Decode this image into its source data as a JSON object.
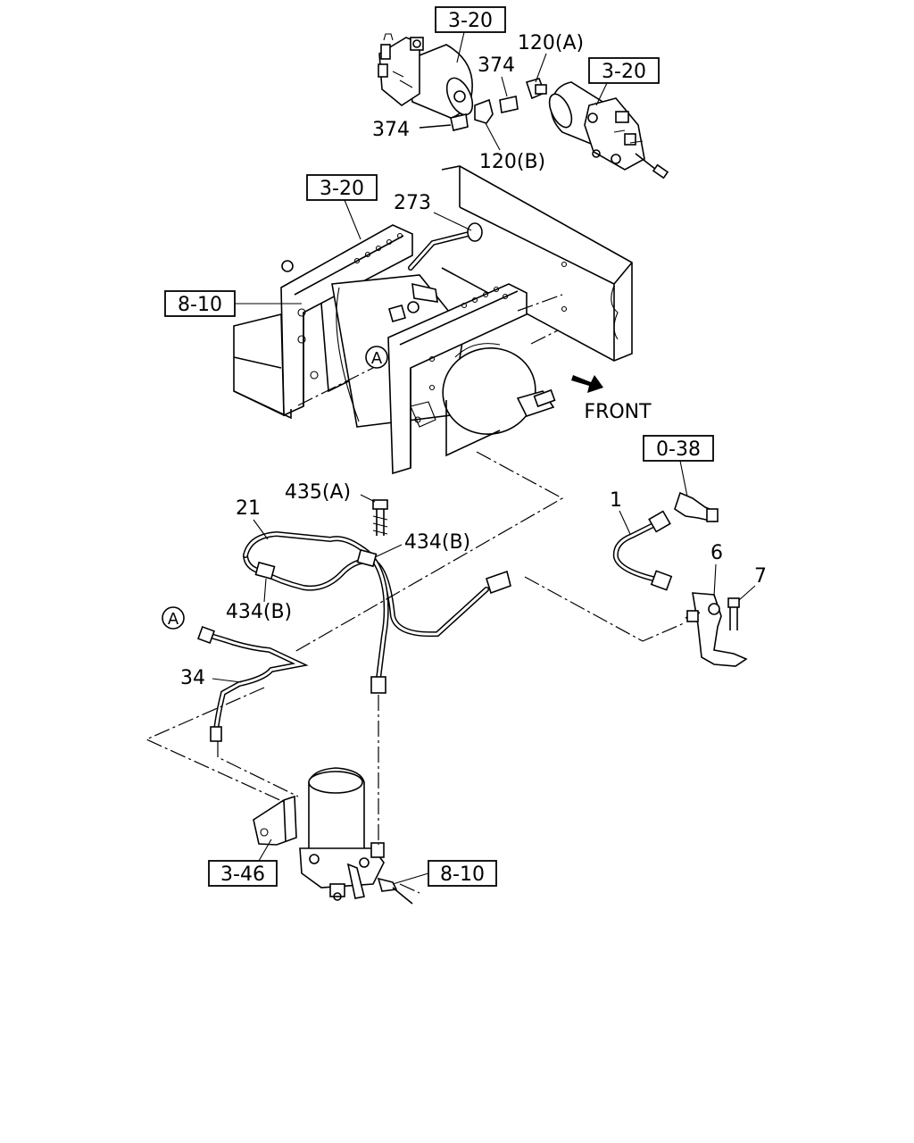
{
  "refs": {
    "r_3_20_top": "3-20",
    "r_3_20_right": "3-20",
    "r_3_20_mid": "3-20",
    "r_8_10_mid": "8-10",
    "r_0_38": "0-38",
    "r_3_46": "3-46",
    "r_8_10_bottom": "8-10"
  },
  "parts": {
    "p120a": "120(A)",
    "p374_top": "374",
    "p374_left": "374",
    "p120b": "120(B)",
    "p273": "273",
    "p435a": "435(A)",
    "p21": "21",
    "p434b_right": "434(B)",
    "p434b_left": "434(B)",
    "p1": "1",
    "p6": "6",
    "p7": "7",
    "p34": "34"
  },
  "callouts": {
    "a_upper": "A",
    "a_lower": "A"
  },
  "direction": {
    "front": "FRONT"
  }
}
